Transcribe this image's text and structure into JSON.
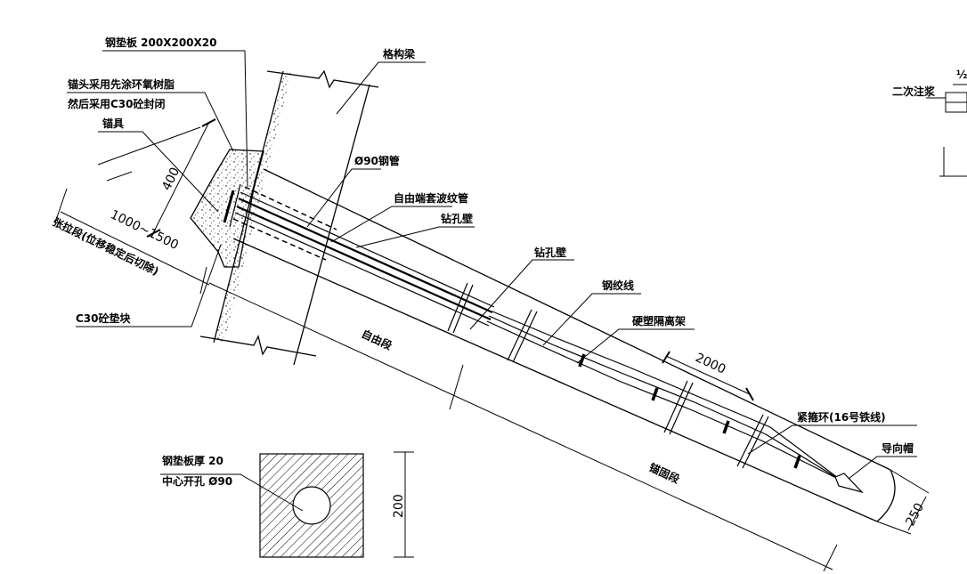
{
  "labels": {
    "steel_plate": "钢垫板 200X200X20",
    "anchor_head_1": "锚头采用先涂环氧树脂",
    "anchor_head_2": "然后采用C30砼封闭",
    "anchorage": "锚具",
    "lattice_beam": "格构梁",
    "steel_pipe": "Ø90钢管",
    "corrugated_pipe": "自由端套波纹管",
    "borehole_wall_1": "钻孔壁",
    "borehole_wall_2": "钻孔壁",
    "strand": "钢绞线",
    "spacer": "硬塑隔离架",
    "hoop": "紧箍环(16号铁线)",
    "guide_cap": "导向帽",
    "pad_block": "C30砼垫块",
    "tension_section": "张拉段(位移稳定后切除)",
    "free_section": "自由段",
    "anchor_section": "锚固段",
    "secondary_grout": "二次注浆",
    "corner_mark": "½"
  },
  "dimensions": {
    "d400": "400",
    "d1000_1500": "1000~1500",
    "d2000": "2000",
    "d250": "250",
    "d200": "200"
  },
  "plate_detail": {
    "thickness": "钢垫板厚 20",
    "hole": "中心开孔 Ø90"
  }
}
